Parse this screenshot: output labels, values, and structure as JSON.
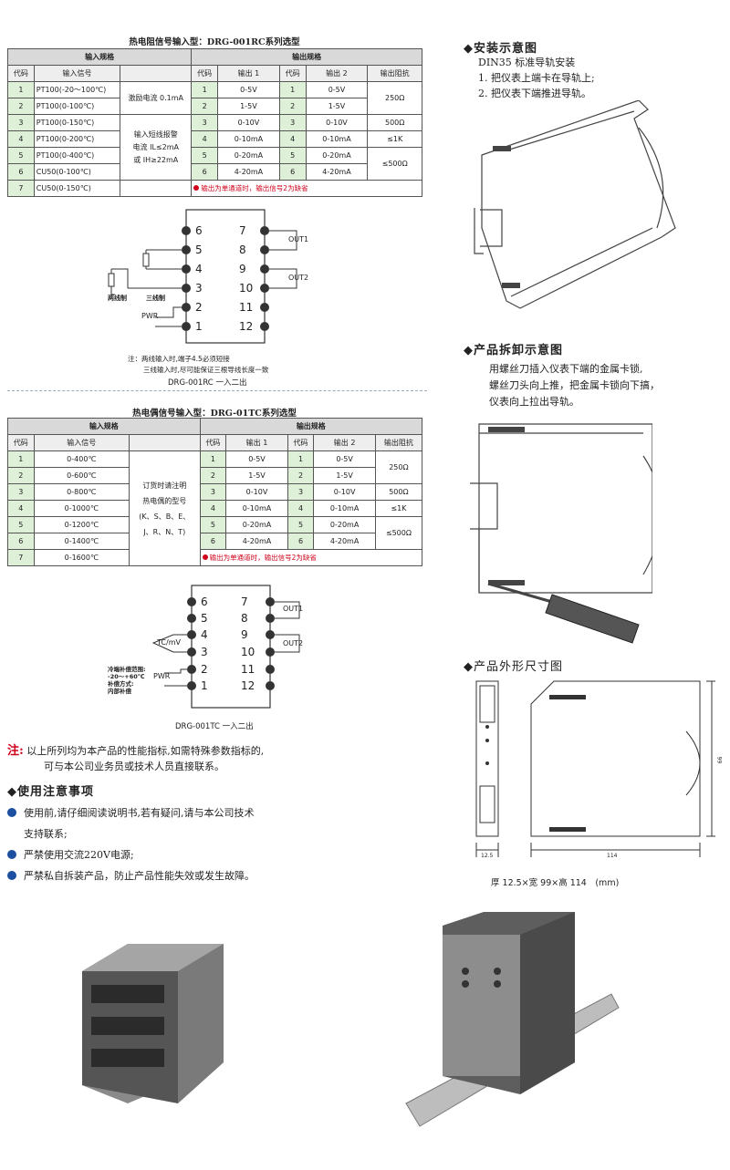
{
  "rc": {
    "title": "热电阻信号输入型：DRG-001RC系列选型",
    "in_header": "输入规格",
    "out_header": "输出规格",
    "cols": [
      "代码",
      "输入信号",
      "代码",
      "输出 1",
      "代码",
      "输出 2",
      "输出阻抗"
    ],
    "inputs": [
      {
        "code": "1",
        "sig": "PT100(-20～100℃)"
      },
      {
        "code": "2",
        "sig": "PT100(0-100℃)"
      },
      {
        "code": "3",
        "sig": "PT100(0-150℃)"
      },
      {
        "code": "4",
        "sig": "PT100(0-200℃)"
      },
      {
        "code": "5",
        "sig": "PT100(0-400℃)"
      },
      {
        "code": "6",
        "sig": "CU50(0-100℃)"
      },
      {
        "code": "7",
        "sig": "CU50(0-150℃)"
      }
    ],
    "mid1": "激励电流 0.1mA",
    "mid2": [
      "输入短线报警",
      "电流 IL≤2mA",
      "或 IH≥22mA"
    ],
    "outputs": [
      {
        "c1": "1",
        "o1": "0-5V",
        "c2": "1",
        "o2": "0-5V"
      },
      {
        "c1": "2",
        "o1": "1-5V",
        "c2": "2",
        "o2": "1-5V"
      },
      {
        "c1": "3",
        "o1": "0-10V",
        "c2": "3",
        "o2": "0-10V"
      },
      {
        "c1": "4",
        "o1": "0-10mA",
        "c2": "4",
        "o2": "0-10mA"
      },
      {
        "c1": "5",
        "o1": "0-20mA",
        "c2": "5",
        "o2": "0-20mA"
      },
      {
        "c1": "6",
        "o1": "4-20mA",
        "c2": "6",
        "o2": "4-20mA"
      }
    ],
    "imp": [
      "250Ω",
      "500Ω",
      "≤1K",
      "≤500Ω"
    ],
    "note": "输出为单通道时，输出信号2为缺省",
    "wiring": {
      "left_nums": [
        "6",
        "5",
        "4",
        "3",
        "2",
        "1"
      ],
      "right_nums": [
        "7",
        "8",
        "9",
        "10",
        "11",
        "12"
      ],
      "out1": "OUT1",
      "out2": "OUT2",
      "pwr": "PWR",
      "two_wire": "两线制",
      "three_wire": "三线制",
      "note1": "注：两线输入时,端子4.5必须短接",
      "note2": "三线输入时,尽可能保证三根导线长度一致",
      "caption": "DRG-001RC 一入二出"
    }
  },
  "tc": {
    "title": "热电偶信号输入型：DRG-01TC系列选型",
    "in_header": "输入规格",
    "out_header": "输出规格",
    "cols": [
      "代码",
      "输入信号",
      "代码",
      "输出 1",
      "代码",
      "输出 2",
      "输出阻抗"
    ],
    "inputs": [
      {
        "code": "1",
        "sig": "0-400℃"
      },
      {
        "code": "2",
        "sig": "0-600℃"
      },
      {
        "code": "3",
        "sig": "0-800℃"
      },
      {
        "code": "4",
        "sig": "0-1000℃"
      },
      {
        "code": "5",
        "sig": "0-1200℃"
      },
      {
        "code": "6",
        "sig": "0-1400℃"
      },
      {
        "code": "7",
        "sig": "0-1600℃"
      }
    ],
    "mid": [
      "订货时请注明",
      "热电偶的型号",
      "(K、S、B、E、",
      "J、R、N、T)"
    ],
    "outputs": [
      {
        "c1": "1",
        "o1": "0-5V",
        "c2": "1",
        "o2": "0-5V"
      },
      {
        "c1": "2",
        "o1": "1-5V",
        "c2": "2",
        "o2": "1-5V"
      },
      {
        "c1": "3",
        "o1": "0-10V",
        "c2": "3",
        "o2": "0-10V"
      },
      {
        "c1": "4",
        "o1": "0-10mA",
        "c2": "4",
        "o2": "0-10mA"
      },
      {
        "c1": "5",
        "o1": "0-20mA",
        "c2": "5",
        "o2": "0-20mA"
      },
      {
        "c1": "6",
        "o1": "4-20mA",
        "c2": "6",
        "o2": "4-20mA"
      }
    ],
    "imp": [
      "250Ω",
      "500Ω",
      "≤1K",
      "≤500Ω"
    ],
    "note": "输出为单通道时，输出信号2为缺省",
    "wiring": {
      "left_nums": [
        "6",
        "5",
        "4",
        "3",
        "2",
        "1"
      ],
      "right_nums": [
        "7",
        "8",
        "9",
        "10",
        "11",
        "12"
      ],
      "out1": "OUT1",
      "out2": "OUT2",
      "pwr": "PWR",
      "tc": "TC/mV",
      "comp": [
        "冷端补偿范围:",
        "-20～+60℃",
        "补偿方式:",
        "内部补偿"
      ],
      "caption": "DRG-001TC 一入二出"
    }
  },
  "install": {
    "title": "安装示意图",
    "subtitle": "DIN35 标准导轨安装",
    "steps": [
      "1. 把仪表上端卡在导轨上;",
      "2. 把仪表下端推进导轨。"
    ]
  },
  "remove": {
    "title": "产品拆卸示意图",
    "lines": [
      "用螺丝刀插入仪表下端的金属卡锁,",
      "螺丝刀头向上推，把金属卡锁向下搞，",
      "仪表向上拉出导轨。"
    ]
  },
  "dims": {
    "title": "产品外形尺寸图",
    "w": "12.5",
    "l": "114",
    "h": "99",
    "caption": "厚 12.5×宽 99×高 114　(mm)"
  },
  "notice": {
    "label": "注:",
    "line1": "以上所列均为本产品的性能指标,如需特殊参数指标的,",
    "line2": "可与本公司业务员或技术人员直接联系。"
  },
  "usage": {
    "title": "使用注意事项",
    "items": [
      "使用前,请仔细阅读说明书,若有疑问,请与本公司技术",
      "支持联系;",
      "严禁使用交流220V电源;",
      "严禁私自拆装产品，防止产品性能失效或发生故障。"
    ]
  }
}
